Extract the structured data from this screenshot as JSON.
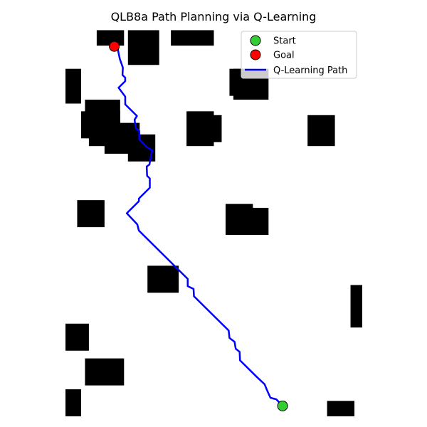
{
  "chart_data": {
    "type": "scatter",
    "title": "QLB8a Path Planning via Q-Learning",
    "xlabel": "",
    "ylabel": "",
    "axes_visible": false,
    "grid": false,
    "legend_position": "top-right",
    "xlim": [
      0,
      76
    ],
    "ylim": [
      0,
      101
    ],
    "obstacle_color": "#000000",
    "obstacles": [
      {
        "x": 8,
        "y": 96,
        "w": 7,
        "h": 4
      },
      {
        "x": 16,
        "y": 91,
        "w": 8,
        "h": 9
      },
      {
        "x": 27,
        "y": 96,
        "w": 11,
        "h": 4
      },
      {
        "x": 0,
        "y": 81,
        "w": 4,
        "h": 9
      },
      {
        "x": 42,
        "y": 83,
        "w": 6,
        "h": 7
      },
      {
        "x": 43,
        "y": 82,
        "w": 9,
        "h": 8
      },
      {
        "x": 5,
        "y": 73,
        "w": 9,
        "h": 9
      },
      {
        "x": 4,
        "y": 72,
        "w": 10,
        "h": 7
      },
      {
        "x": 6,
        "y": 70,
        "w": 8,
        "h": 8
      },
      {
        "x": 10,
        "y": 68,
        "w": 9,
        "h": 8
      },
      {
        "x": 16,
        "y": 66,
        "w": 7,
        "h": 7
      },
      {
        "x": 33,
        "y": 71,
        "w": 7,
        "h": 7
      },
      {
        "x": 31,
        "y": 70,
        "w": 7,
        "h": 9
      },
      {
        "x": 62,
        "y": 70,
        "w": 7,
        "h": 8
      },
      {
        "x": 3,
        "y": 49,
        "w": 7,
        "h": 7
      },
      {
        "x": 41,
        "y": 47,
        "w": 7,
        "h": 8
      },
      {
        "x": 42,
        "y": 47,
        "w": 10,
        "h": 7
      },
      {
        "x": 21,
        "y": 32,
        "w": 8,
        "h": 7
      },
      {
        "x": 73,
        "y": 23,
        "w": 3,
        "h": 11
      },
      {
        "x": 0,
        "y": 17,
        "w": 6,
        "h": 7
      },
      {
        "x": 5,
        "y": 8,
        "w": 10,
        "h": 7
      },
      {
        "x": 0,
        "y": 0,
        "w": 4,
        "h": 7
      },
      {
        "x": 67,
        "y": 0,
        "w": 7,
        "h": 4
      }
    ],
    "series": [
      {
        "name": "Start",
        "kind": "marker",
        "color": "#32cd32",
        "x": [
          55.6
        ],
        "y": [
          2.7
        ]
      },
      {
        "name": "Goal",
        "kind": "marker",
        "color": "#ff0000",
        "x": [
          12.5
        ],
        "y": [
          95.8
        ]
      },
      {
        "name": "Q-Learning Path",
        "kind": "line",
        "color": "#0000ff",
        "x": [
          55.6,
          54,
          52.5,
          51.6,
          51.0,
          49.1,
          44.7,
          44.6,
          43.6,
          43.3,
          42.0,
          41.8,
          32.9,
          32.8,
          31.3,
          31.3,
          29.8,
          18.8,
          18.4,
          15.7,
          18.8,
          18.8,
          21.6,
          21.6,
          20.9,
          20.8,
          21.5,
          22.2,
          21.0,
          18.9,
          18.9,
          18.0,
          17.7,
          18.3,
          15.3,
          15.3,
          13.6,
          15.3,
          15.3,
          14.6,
          14.7,
          13.9,
          13.3
        ],
        "y": [
          2.7,
          4.4,
          4.8,
          6.8,
          8.3,
          10.1,
          14.5,
          16.7,
          17.5,
          19.3,
          20.3,
          22.2,
          31.1,
          33.0,
          33.7,
          35.6,
          37.1,
          48.1,
          49.7,
          52.6,
          55.7,
          56.4,
          59.2,
          61.6,
          62.3,
          64.7,
          65.2,
          68.9,
          69.6,
          71.7,
          73.9,
          74.6,
          76.8,
          77.8,
          80.8,
          82.8,
          85.1,
          86.8,
          87.7,
          88.4,
          90.3,
          92.6,
          95.6
        ]
      }
    ]
  }
}
